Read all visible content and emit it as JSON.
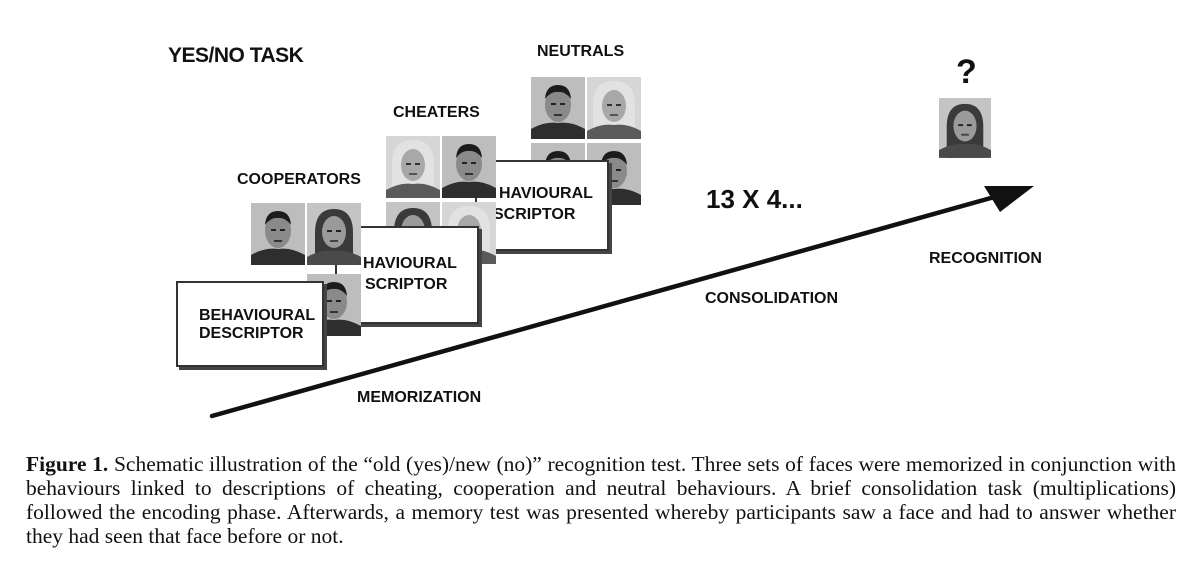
{
  "figure": {
    "title": "YES/NO TASK",
    "groups": {
      "cooperators": "COOPERATORS",
      "cheaters": "CHEATERS",
      "neutrals": "NEUTRALS"
    },
    "cards": {
      "front_line1": "BEHAVIOURAL",
      "front_line2": "DESCRIPTOR",
      "mid_line1": "HAVIOURAL",
      "mid_line2": "SCRIPTOR",
      "back_line1": "HAVIOURAL",
      "back_line2": "SCRIPTOR"
    },
    "stages": {
      "memorization": "MEMORIZATION",
      "consolidation": "CONSOLIDATION",
      "recognition": "RECOGNITION"
    },
    "repeat": "13 X 4...",
    "question_mark": "?"
  },
  "caption": {
    "label": "Figure 1.",
    "text": "Schematic illustration of the “old (yes)/new (no)” recognition test. Three sets of faces were memorized in conjunction with behaviours linked to descriptions of cheating, cooperation and neutral behaviours. A brief consolidation task (multiplications) followed the encoding phase. Afterwards, a memory test was presented whereby participants saw a face and had to answer whether they had seen that face before or not."
  }
}
